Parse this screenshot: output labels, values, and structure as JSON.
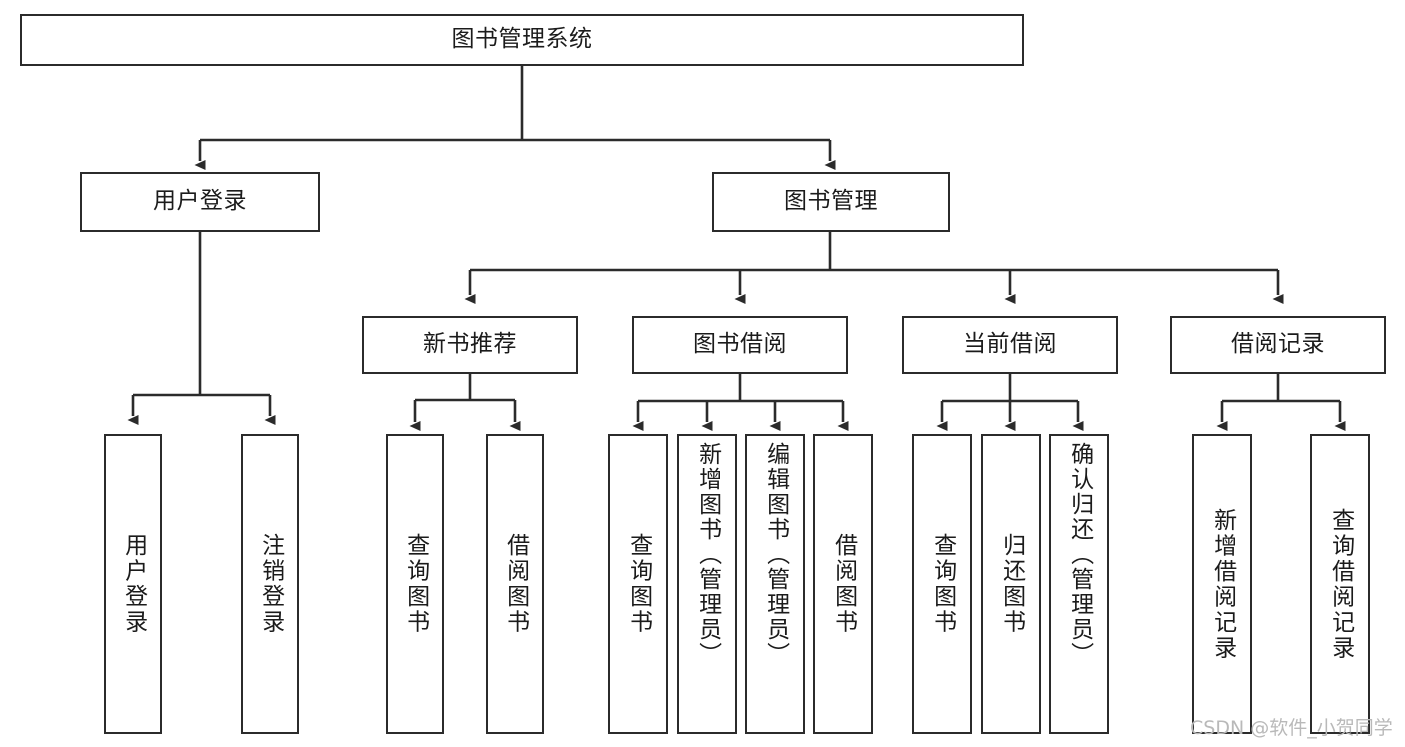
{
  "diagram": {
    "title": "图书管理系统",
    "type": "hierarchy-tree",
    "colors": {
      "stroke": "#2b2b2b",
      "fill": "#ffffff",
      "text": "#1b1b1b",
      "watermark": "#b9b9b9"
    },
    "levels": {
      "root": {
        "label": "图书管理系统"
      },
      "level2": [
        {
          "label": "用户登录"
        },
        {
          "label": "图书管理"
        }
      ],
      "level3": [
        {
          "label": "新书推荐"
        },
        {
          "label": "图书借阅"
        },
        {
          "label": "当前借阅"
        },
        {
          "label": "借阅记录"
        }
      ],
      "leaves": {
        "user_login": [
          {
            "label": "用户登录"
          },
          {
            "label": "注销登录"
          }
        ],
        "new_book_recommend": [
          {
            "label": "查询图书"
          },
          {
            "label": "借阅图书"
          }
        ],
        "book_borrow": [
          {
            "label": "查询图书"
          },
          {
            "label": "新增图书（管理员）"
          },
          {
            "label": "编辑图书（管理员）"
          },
          {
            "label": "借阅图书"
          }
        ],
        "current_borrow": [
          {
            "label": "查询图书"
          },
          {
            "label": "归还图书"
          },
          {
            "label": "确认归还（管理员）"
          }
        ],
        "borrow_record": [
          {
            "label": "新增借阅记录"
          },
          {
            "label": "查询借阅记录"
          }
        ]
      }
    }
  },
  "watermark": {
    "text": "CSDN @软件_小贺同学"
  }
}
